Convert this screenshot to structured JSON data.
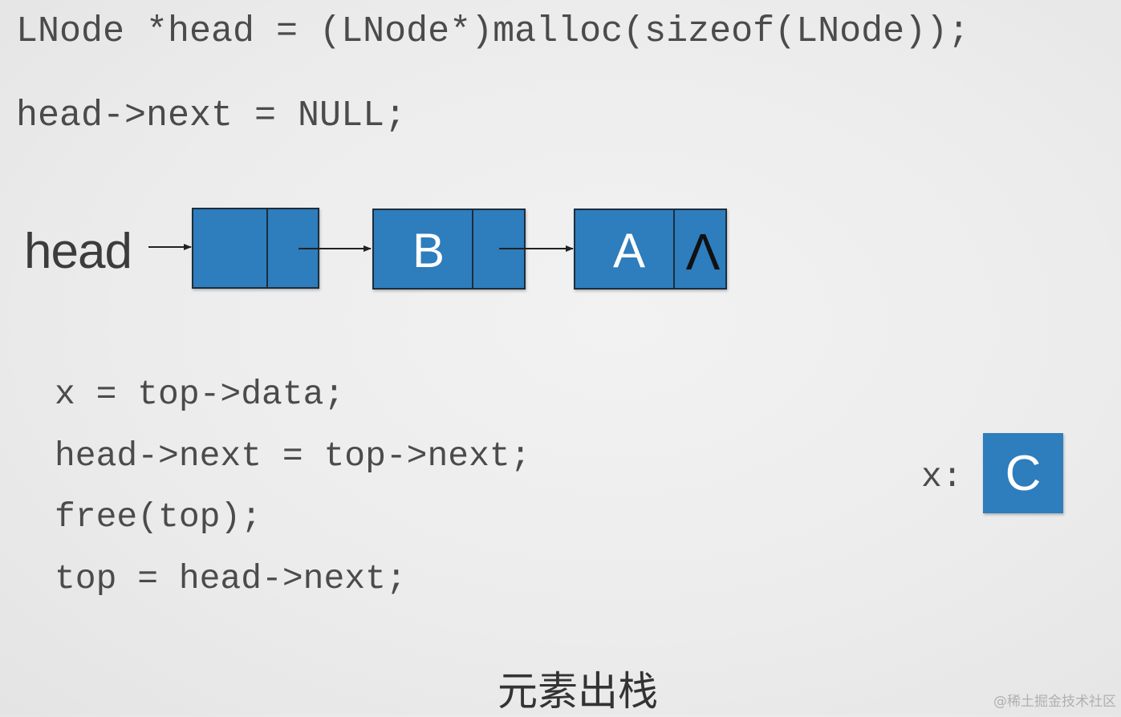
{
  "code_top": [
    "LNode *head = (LNode*)malloc(sizeof(LNode));",
    "head->next = NULL;"
  ],
  "diagram": {
    "head_label": "head",
    "nodes": [
      {
        "data": "",
        "next": ""
      },
      {
        "data": "B",
        "next": ""
      },
      {
        "data": "A",
        "next": "Λ"
      }
    ],
    "node_color": "#2e7dbd",
    "border_color": "#1d2f3d"
  },
  "code_bottom": [
    "x = top->data;",
    "head->next = top->next;",
    "free(top);",
    "top = head->next;"
  ],
  "x_var": {
    "label": "x:",
    "value": "C"
  },
  "caption": "元素出栈",
  "watermark": "@稀土掘金技术社区"
}
